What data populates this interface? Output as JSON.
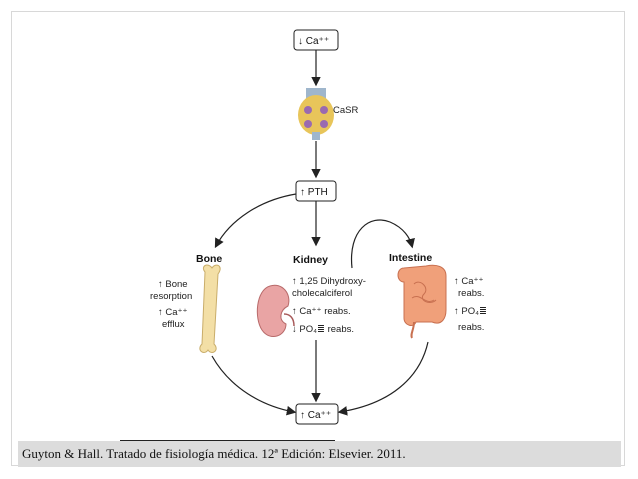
{
  "top_box": "↓ Ca⁺⁺",
  "gland_label": "CaSR",
  "pth_box": "↑ PTH",
  "bottom_box": "↑ Ca⁺⁺",
  "bone": {
    "title": "Bone",
    "effects": [
      "↑ Bone",
      "resorption",
      "↑ Ca⁺⁺",
      "efflux"
    ]
  },
  "kidney": {
    "title": "Kidney",
    "effects": [
      "↑ 1,25 Dihydroxy-",
      "cholecalciferol",
      "↑ Ca⁺⁺ reabs.",
      "↓ PO₄≣ reabs."
    ]
  },
  "intestine": {
    "title": "Intestine",
    "effects": [
      "↑ Ca⁺⁺",
      "reabs.",
      "↑ PO₄≣",
      "reabs."
    ]
  },
  "caption": "Guyton & Hall. Tratado de fisiología médica. 12ª Edición: Elsevier. 2011.",
  "colors": {
    "bone": "#f3dfa6",
    "kidney": "#e9a4a4",
    "intestine": "#f0a07a",
    "gland": "#e8c55a"
  }
}
